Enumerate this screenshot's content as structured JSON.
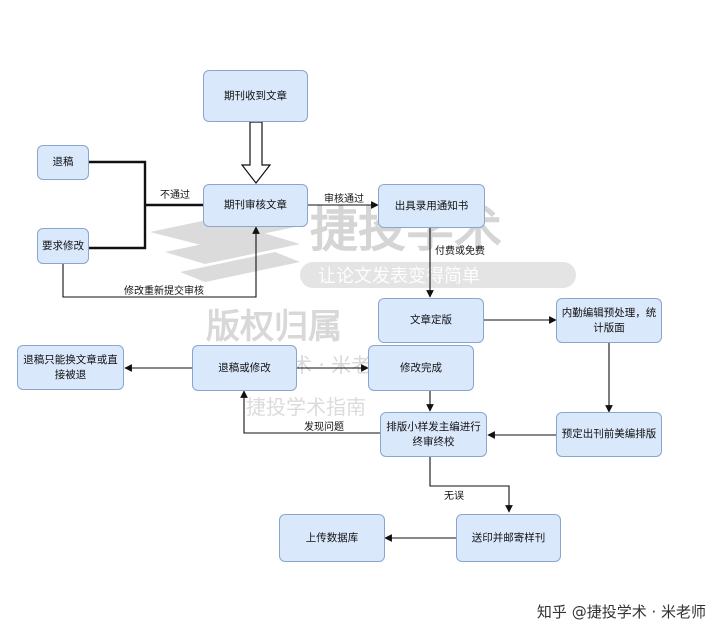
{
  "nodes": {
    "receive": "期刊收到文章",
    "reject": "退稿",
    "revise_req": "要求修改",
    "review": "期刊审核文章",
    "acceptance": "出具录用通知书",
    "finalize": "文章定版",
    "editor_pre": "内勤编辑预处理，统计版面",
    "reject_or_revise": "退稿或修改",
    "reject_final": "退稿只能换文章或直接被退",
    "revision_done": "修改完成",
    "typeset_proof": "排版小样发主编进行终审终校",
    "scheduled_layout": "预定出刊前美编排版",
    "print_mail": "送印并邮寄样刊",
    "upload_db": "上传数据库"
  },
  "edge_labels": {
    "not_pass": "不通过",
    "pass": "审核通过",
    "pay": "付费或免费",
    "resubmit": "修改重新提交审核",
    "problem": "发现问题",
    "no_error": "无误"
  },
  "watermark": {
    "brand": "捷投学术",
    "slogan": "让论文发表变得简单",
    "copyright": "版权归属",
    "teacher": "捷投学术 · 米老师",
    "guide": "捷投学术指南"
  },
  "footer": "知乎 @捷投学术 · 米老师",
  "colors": {
    "node_fill": "#dae8fc",
    "node_border": "#8aa6cc",
    "line": "#111111",
    "watermark": "#c9c9c9"
  }
}
